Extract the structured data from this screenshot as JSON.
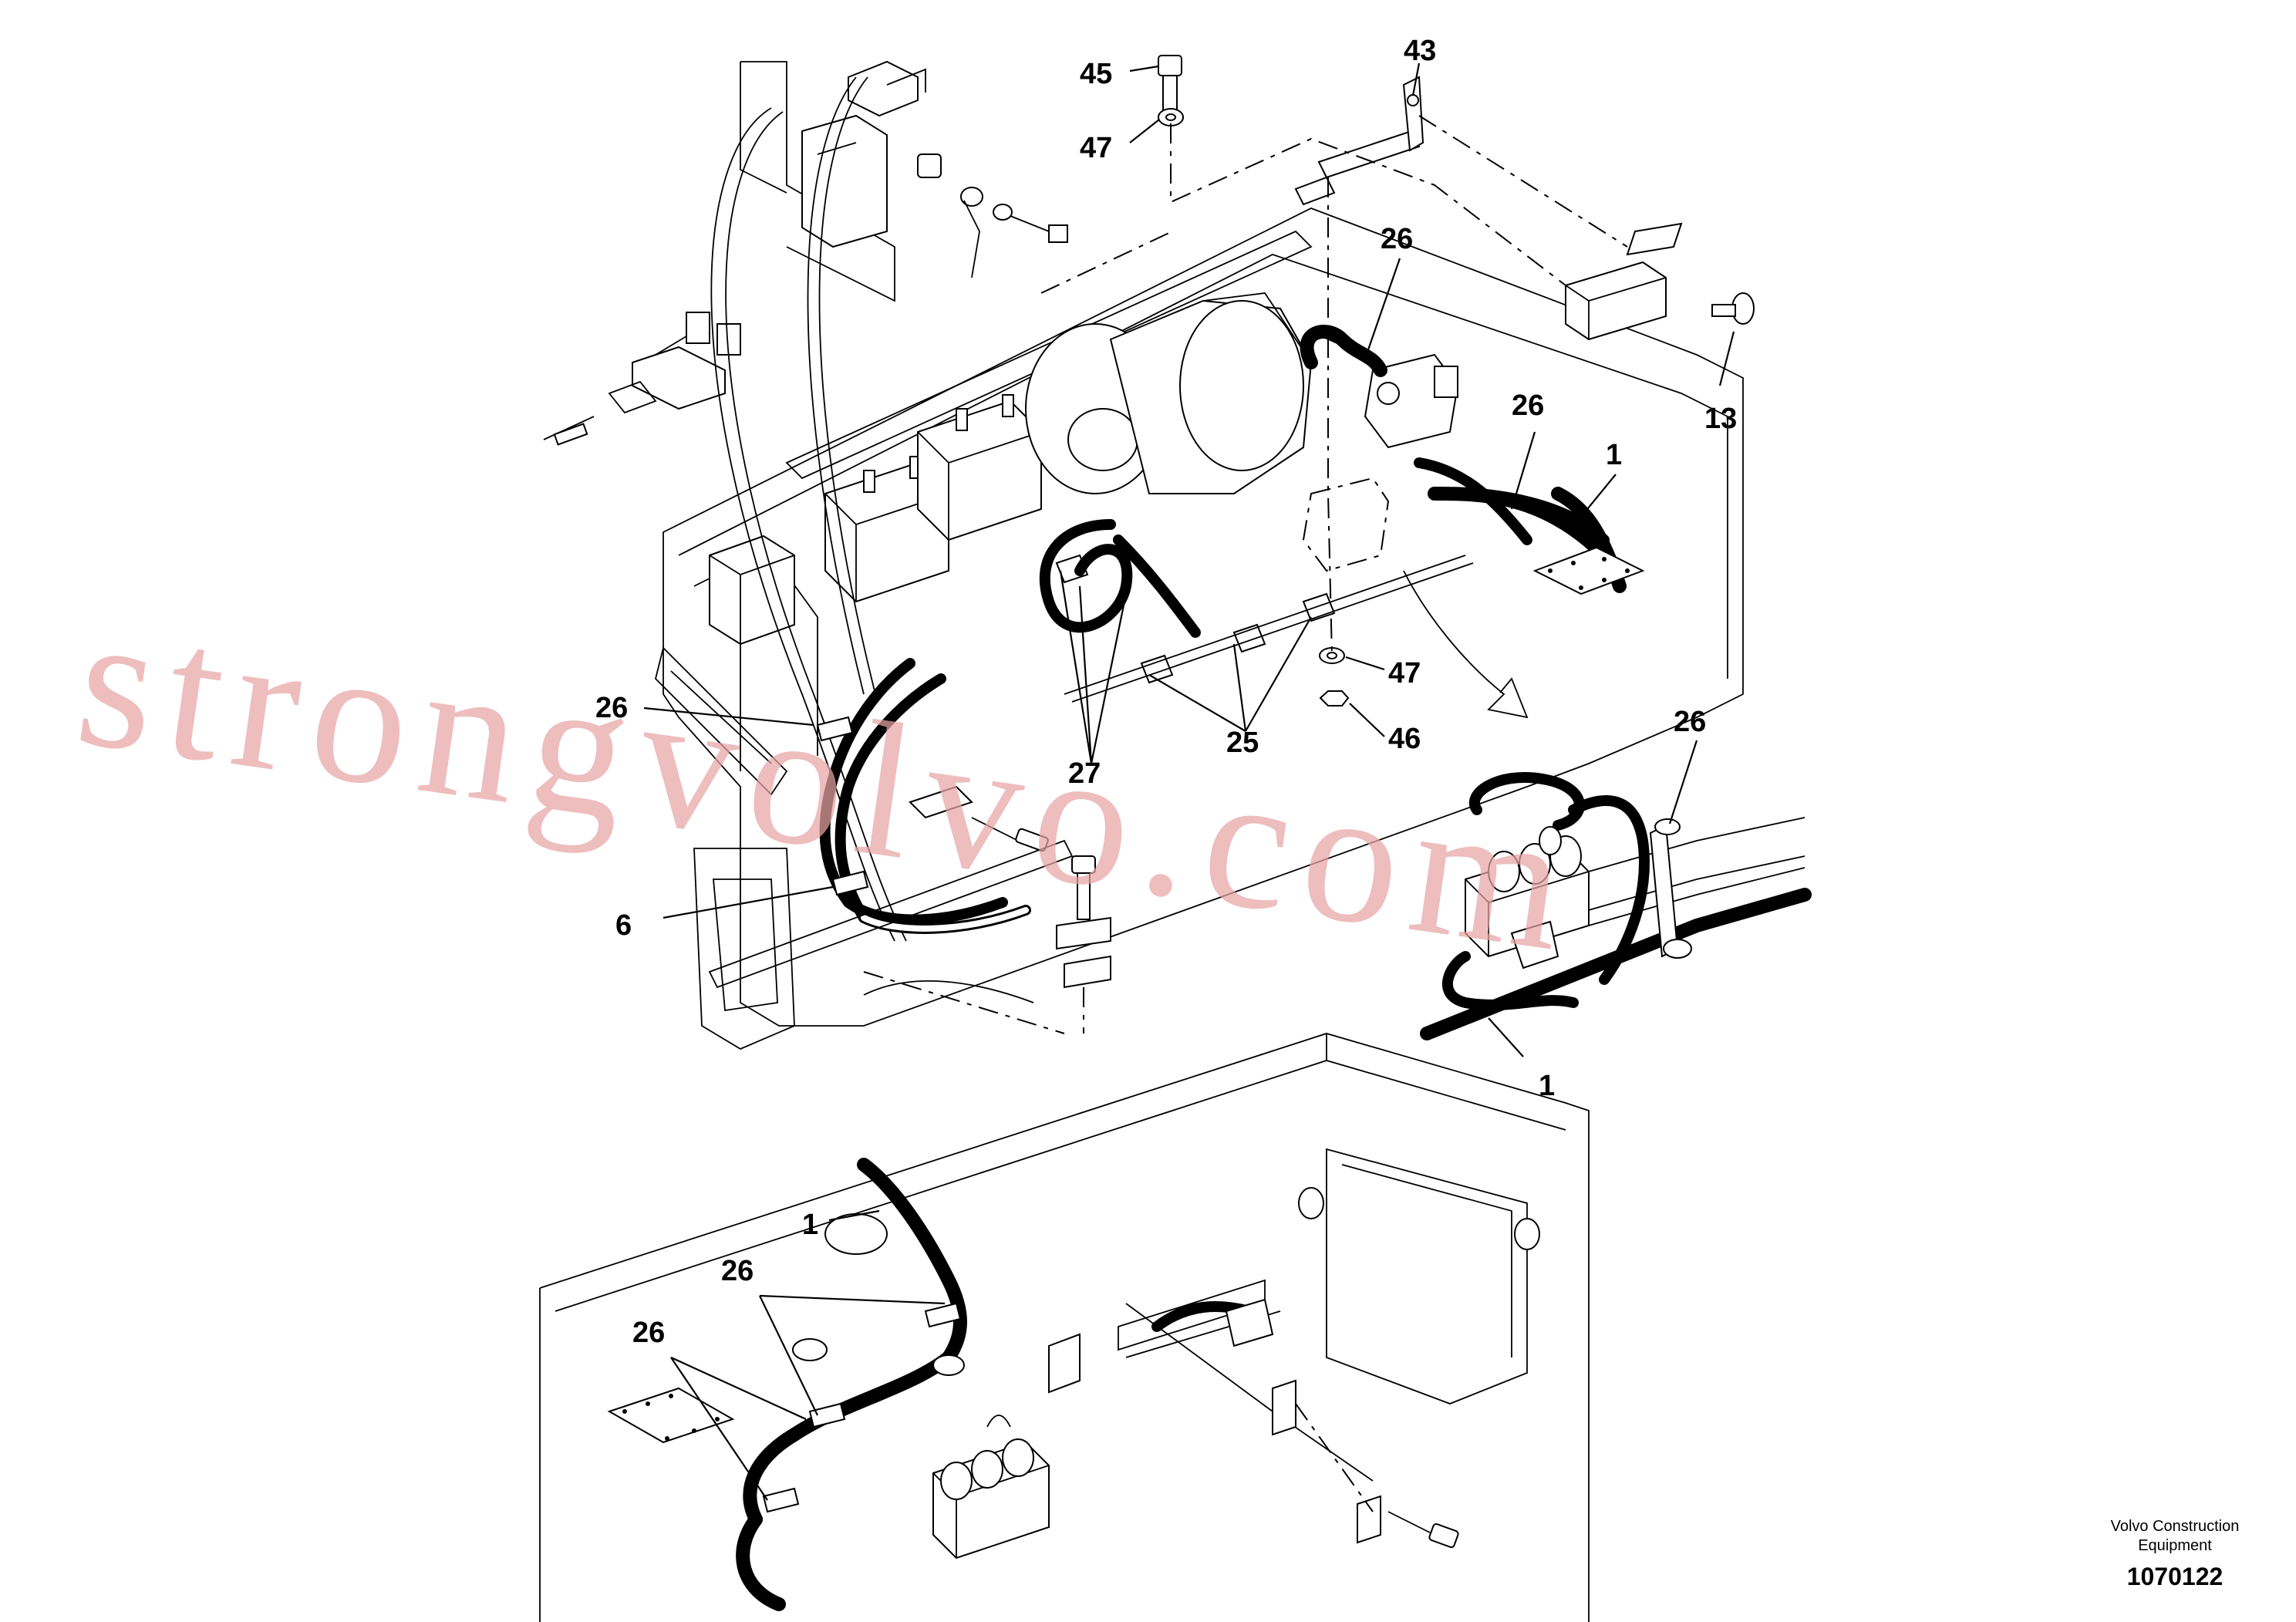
{
  "callouts": [
    {
      "id": "c45",
      "text": "45"
    },
    {
      "id": "c43",
      "text": "43"
    },
    {
      "id": "c47a",
      "text": "47"
    },
    {
      "id": "c26a",
      "text": "26"
    },
    {
      "id": "c13",
      "text": "13"
    },
    {
      "id": "c26b",
      "text": "26"
    },
    {
      "id": "c1a",
      "text": "1"
    },
    {
      "id": "c47b",
      "text": "47"
    },
    {
      "id": "c46",
      "text": "46"
    },
    {
      "id": "c26c",
      "text": "26"
    },
    {
      "id": "c26d",
      "text": "26"
    },
    {
      "id": "c25",
      "text": "25"
    },
    {
      "id": "c27",
      "text": "27"
    },
    {
      "id": "c6",
      "text": "6"
    },
    {
      "id": "c1b",
      "text": "1"
    },
    {
      "id": "c1c",
      "text": "1"
    },
    {
      "id": "c26e",
      "text": "26"
    },
    {
      "id": "c26f",
      "text": "26"
    }
  ],
  "watermark": "strongvolvo.com",
  "caption": {
    "line1": "Volvo Construction",
    "line2": "Equipment",
    "code": "1070122"
  }
}
